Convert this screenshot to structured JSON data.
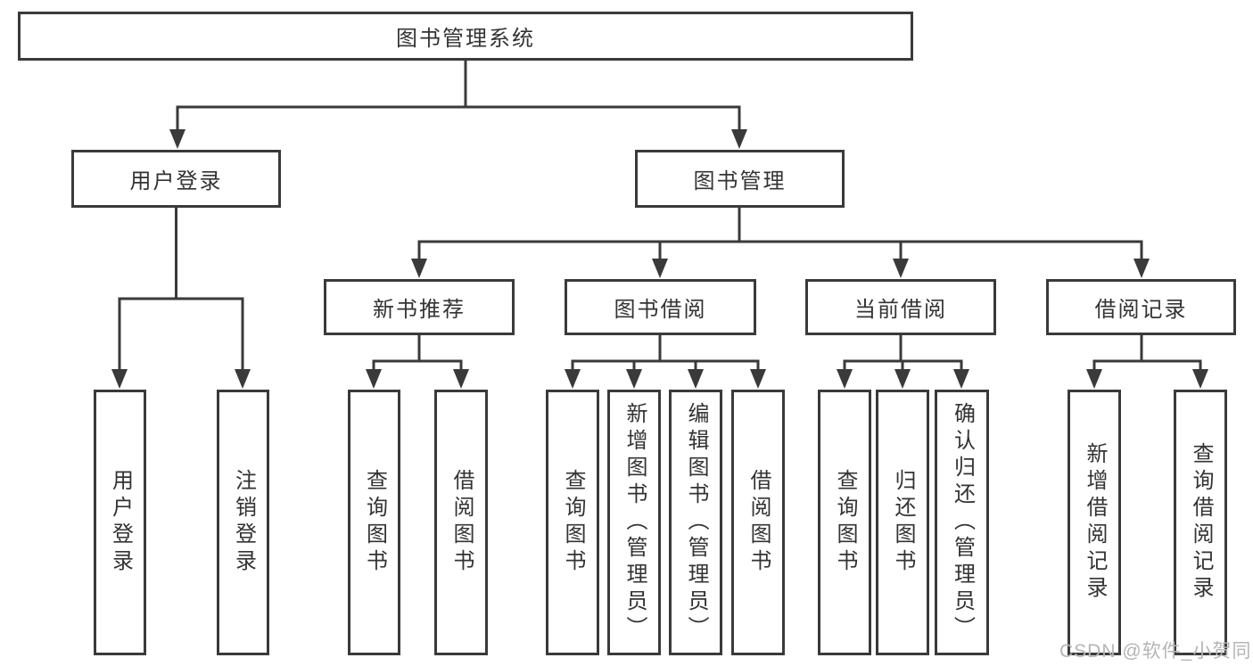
{
  "tree": {
    "label": "图书管理系统",
    "children": [
      {
        "label": "用户登录",
        "children": [
          {
            "label": "用户登录"
          },
          {
            "label": "注销登录"
          }
        ]
      },
      {
        "label": "图书管理",
        "children": [
          {
            "label": "新书推荐",
            "children": [
              {
                "label": "查询图书"
              },
              {
                "label": "借阅图书"
              }
            ]
          },
          {
            "label": "图书借阅",
            "children": [
              {
                "label": "查询图书"
              },
              {
                "label": "新增图书（管理员）"
              },
              {
                "label": "编辑图书（管理员）"
              },
              {
                "label": "借阅图书"
              }
            ]
          },
          {
            "label": "当前借阅",
            "children": [
              {
                "label": "查询图书"
              },
              {
                "label": "归还图书"
              },
              {
                "label": "确认归还（管理员）"
              }
            ]
          },
          {
            "label": "借阅记录",
            "children": [
              {
                "label": "新增借阅记录"
              },
              {
                "label": "查询借阅记录"
              }
            ]
          }
        ]
      }
    ]
  },
  "watermark": "CSDN @软件_小贺同学",
  "colors": {
    "line": "#3a3a3a",
    "text": "#333333",
    "watermark": "#b5b5b5",
    "bg": "#ffffff"
  }
}
